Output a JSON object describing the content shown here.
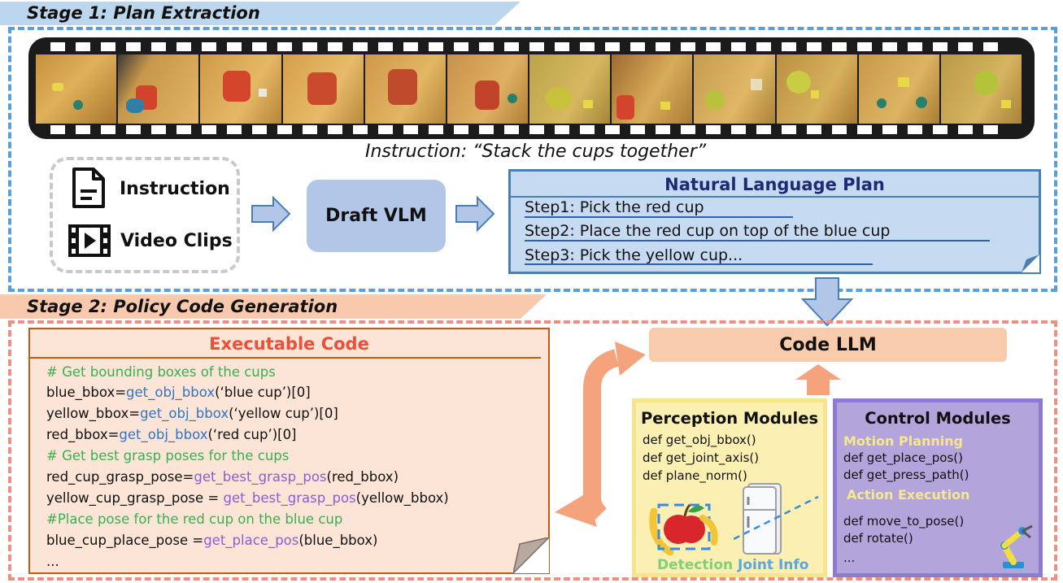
{
  "stage1": {
    "title": "Stage 1: Plan Extraction",
    "caption": "Instruction: “Stack the cups together”",
    "inputs": {
      "instruction_label": "Instruction",
      "video_label": "Video Clips"
    },
    "draft_vlm": "Draft VLM",
    "plan": {
      "title": "Natural Language Plan",
      "steps": [
        "Step1: Pick the red cup",
        "Step2: Place the red cup on top of the blue cup",
        "Step3: Pick the yellow cup..."
      ]
    }
  },
  "stage2": {
    "title": "Stage 2: Policy Code Generation",
    "code_title": "Executable Code",
    "code": {
      "c1": "# Get bounding boxes of the cups",
      "l1a": "blue_bbox=",
      "l1b": "get_obj_bbox",
      "l1c": "(‘blue cup’)[0]",
      "l2a": "yellow_bbox=",
      "l2b": "get_obj_bbox",
      "l2c": "(‘yellow cup’)[0]",
      "l3a": "red_bbox=",
      "l3b": "get_obj_bbox",
      "l3c": "(‘red cup’)[0]",
      "c2": "# Get best grasp poses for the cups",
      "l4a": "red_cup_grasp_pose=",
      "l4b": "get_best_grasp_pos",
      "l4c": "(red_bbox)",
      "l5a": "yellow_cup_grasp_pose = ",
      "l5b": "get_best_grasp_pos",
      "l5c": "(yellow_bbox)",
      "c3": "#Place pose for the red cup on the blue cup",
      "l6a": "blue_cup_place_pose =",
      "l6b": "get_place_pos",
      "l6c": "(blue_bbox)",
      "ellipsis": "..."
    },
    "code_llm": "Code LLM",
    "perception": {
      "title": "Perception Modules",
      "lines": [
        "def get_obj_bbox()",
        "def get_joint_axis()",
        "def plane_norm()"
      ],
      "detection": "Detection",
      "joint_info": "Joint Info"
    },
    "control": {
      "title": "Control Modules",
      "motion_planning": "Motion Planning",
      "motion_lines": [
        "def get_place_pos()",
        "def get_press_path()"
      ],
      "action_execution": "Action Execution",
      "action_lines": [
        "def move_to_pose()",
        "def rotate()",
        "..."
      ]
    }
  },
  "colors": {
    "stage1_banner": "#bcd6ee",
    "stage1_border": "#5a9fd9",
    "stage2_banner": "#f8c9ad",
    "stage2_border": "#ee8f86",
    "code_comment": "#38b051",
    "code_func_blue": "#2e75c8",
    "code_func_purple": "#8a5ed1"
  },
  "icons": [
    "document-icon",
    "film-icon",
    "arrow-right-icon",
    "arrow-down-icon",
    "arrow-up-icon",
    "curved-arrow-icon",
    "apple-banana-icon",
    "refrigerator-icon",
    "robot-arm-icon",
    "folded-corner-icon"
  ]
}
